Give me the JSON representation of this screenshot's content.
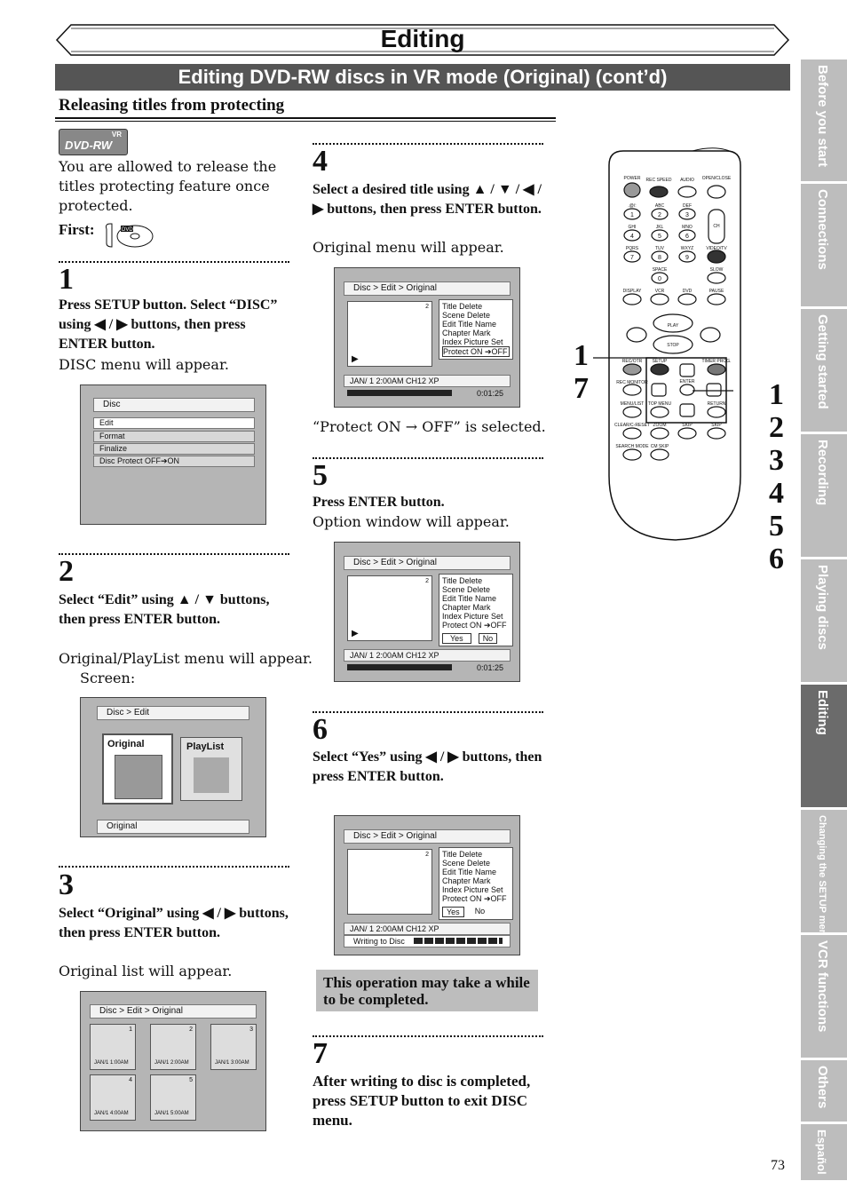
{
  "header": {
    "title": "Editing",
    "subtitle": "Editing DVD-RW discs in VR mode (Original) (cont’d)"
  },
  "section": {
    "title": "Releasing titles from protecting"
  },
  "badge": {
    "top": "VR",
    "main": "DVD-RW",
    "dvd": "DVD"
  },
  "intro": {
    "text": "You are allowed to release the titles protecting feature once protected.",
    "first": "First:"
  },
  "steps": [
    {
      "num": "1",
      "instr": "Press SETUP button. Select “DISC” using ◀ / ▶ buttons, then press ENTER button.",
      "desc": "DISC menu will appear."
    },
    {
      "num": "2",
      "instr": "Select “Edit” using ▲ / ▼ buttons, then press ENTER button.",
      "desc": "Original/PlayList menu will appear.",
      "desc2": "Screen:"
    },
    {
      "num": "3",
      "instr": "Select “Original” using ◀ / ▶ buttons, then press ENTER button.",
      "desc": "Original list will appear."
    },
    {
      "num": "4",
      "instr": "Select a desired title using ▲ / ▼ / ◀ / ▶ buttons, then press ENTER button.",
      "desc": "Original menu will appear.",
      "after": "“Protect ON → OFF” is selected."
    },
    {
      "num": "5",
      "instr": "Press ENTER button.",
      "desc": "Option window will appear."
    },
    {
      "num": "6",
      "instr": "Select “Yes” using ◀ / ▶ buttons, then press ENTER button."
    },
    {
      "num": "7",
      "instr": "After writing to disc is completed, press SETUP button to exit DISC menu."
    }
  ],
  "note": "This operation may take a while to be completed.",
  "screens": {
    "disc": {
      "title": "Disc",
      "items": [
        "Edit",
        "Format",
        "Finalize",
        "Disc Protect OFF➔ON"
      ]
    },
    "edit": {
      "title": "Disc > Edit",
      "left": "Original",
      "right": "PlayList",
      "footer": "Original"
    },
    "list": {
      "title": "Disc > Edit > Original",
      "nums": [
        "1",
        "2",
        "3",
        "4",
        "5"
      ],
      "dates": [
        "JAN/1   1:00AM",
        "JAN/1   2:00AM",
        "JAN/1   3:00AM",
        "JAN/1   4:00AM",
        "JAN/1   5:00AM"
      ]
    },
    "orig": {
      "title": "Disc > Edit > Original",
      "items": [
        "Title Delete",
        "Scene Delete",
        "Edit Title Name",
        "Chapter Mark",
        "Index Picture Set",
        "Protect ON ➔OFF"
      ],
      "num": "2",
      "info": "JAN/ 1   2:00AM  CH12     XP",
      "time": "0:01:25",
      "yes": "Yes",
      "no": "No",
      "writing": "Writing to Disc"
    }
  },
  "side_numbers": {
    "left": [
      "1",
      "7"
    ],
    "right": [
      "1",
      "2",
      "3",
      "4",
      "5",
      "6"
    ]
  },
  "remote": {
    "labels": [
      "POWER",
      "REC SPEED",
      "AUDIO",
      "OPEN/CLOSE",
      ".@/:",
      "ABC",
      "DEF",
      "CH",
      "GHI",
      "JKL",
      "MNO",
      "PQRS",
      "TUV",
      "WXYZ",
      "VIDEO/TV",
      "SPACE",
      "SLOW",
      "DISPLAY",
      "VCR",
      "DVD",
      "PAUSE",
      "PLAY",
      "STOP",
      "REC/OTR",
      "SETUP",
      "TIMER PROG.",
      "REC MONITOR",
      "ENTER",
      "MENU/LIST",
      "TOP MENU",
      "RETURN",
      "CLEAR/C-RESET",
      "ZOOM",
      "SKIP",
      "SKIP",
      "SEARCH MODE",
      "CM SKIP"
    ],
    "digits": [
      "1",
      "2",
      "3",
      "4",
      "5",
      "6",
      "7",
      "8",
      "9",
      "0"
    ]
  },
  "tabs": [
    "Before you start",
    "Connections",
    "Getting started",
    "Recording",
    "Playing discs",
    "Editing",
    "Changing the SETUP menu",
    "VCR functions",
    "Others",
    "Español"
  ],
  "page_number": "73"
}
